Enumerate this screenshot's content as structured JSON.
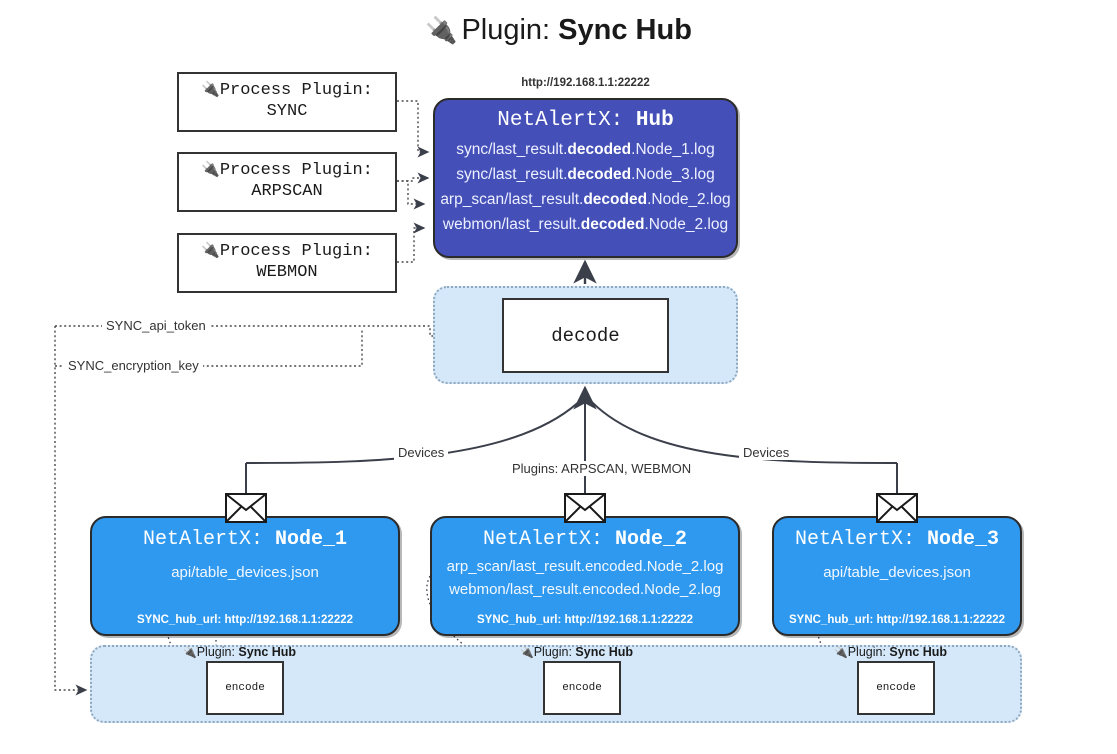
{
  "title": {
    "icon": "plug-icon",
    "prefix": "Plugin:",
    "name": "Sync Hub"
  },
  "process_plugins": [
    {
      "icon": "plug-icon",
      "line1": "Process Plugin:",
      "line2": "SYNC"
    },
    {
      "icon": "plug-icon",
      "line1": "Process Plugin:",
      "line2": "ARPSCAN"
    },
    {
      "icon": "plug-icon",
      "line1": "Process Plugin:",
      "line2": "WEBMON"
    }
  ],
  "hub": {
    "url": "http://192.168.1.1:22222",
    "title_prefix": "NetAlertX:",
    "title_name": "Hub",
    "logs": [
      {
        "pre": "sync/last_result.",
        "bold": "decoded",
        "post": ".Node_1.log"
      },
      {
        "pre": "sync/last_result.",
        "bold": "decoded",
        "post": ".Node_3.log"
      },
      {
        "pre": "arp_scan/last_result.",
        "bold": "decoded",
        "post": ".Node_2.log"
      },
      {
        "pre": "webmon/last_result.",
        "bold": "decoded",
        "post": ".Node_2.log"
      }
    ]
  },
  "decode": {
    "label": "decode"
  },
  "secrets": {
    "api_token": "SYNC_api_token",
    "encryption_key": "SYNC_encryption_key"
  },
  "edge_labels": {
    "devices_left": "Devices",
    "devices_right": "Devices",
    "plugins_center": "Plugins: ARPSCAN, WEBMON"
  },
  "nodes": [
    {
      "title_prefix": "NetAlertX:",
      "title_name": "Node_1",
      "lines": [
        "api/table_devices.json"
      ],
      "footer": "SYNC_hub_url: http://192.168.1.1:22222",
      "envelope_icon": "envelope-icon"
    },
    {
      "title_prefix": "NetAlertX:",
      "title_name": "Node_2",
      "lines": [
        "arp_scan/last_result.encoded.Node_2.log",
        "webmon/last_result.encoded.Node_2.log"
      ],
      "footer": "SYNC_hub_url: http://192.168.1.1:22222",
      "envelope_icon": "envelope-icon"
    },
    {
      "title_prefix": "NetAlertX:",
      "title_name": "Node_3",
      "lines": [
        "api/table_devices.json"
      ],
      "footer": "SYNC_hub_url: http://192.168.1.1:22222",
      "envelope_icon": "envelope-icon"
    }
  ],
  "encoders": [
    {
      "label": "encode",
      "plugin_prefix": "Plugin:",
      "plugin_name": "Sync Hub",
      "icon": "plug-icon"
    },
    {
      "label": "encode",
      "plugin_prefix": "Plugin:",
      "plugin_name": "Sync Hub",
      "icon": "plug-icon"
    },
    {
      "label": "encode",
      "plugin_prefix": "Plugin:",
      "plugin_name": "Sync Hub",
      "icon": "plug-icon"
    }
  ],
  "colors": {
    "hub_fill": "#4450b8",
    "node_fill": "#2f98ef",
    "container_fill": "#d4e8fa",
    "container_border": "#8fa8bd",
    "stroke": "#333333"
  }
}
